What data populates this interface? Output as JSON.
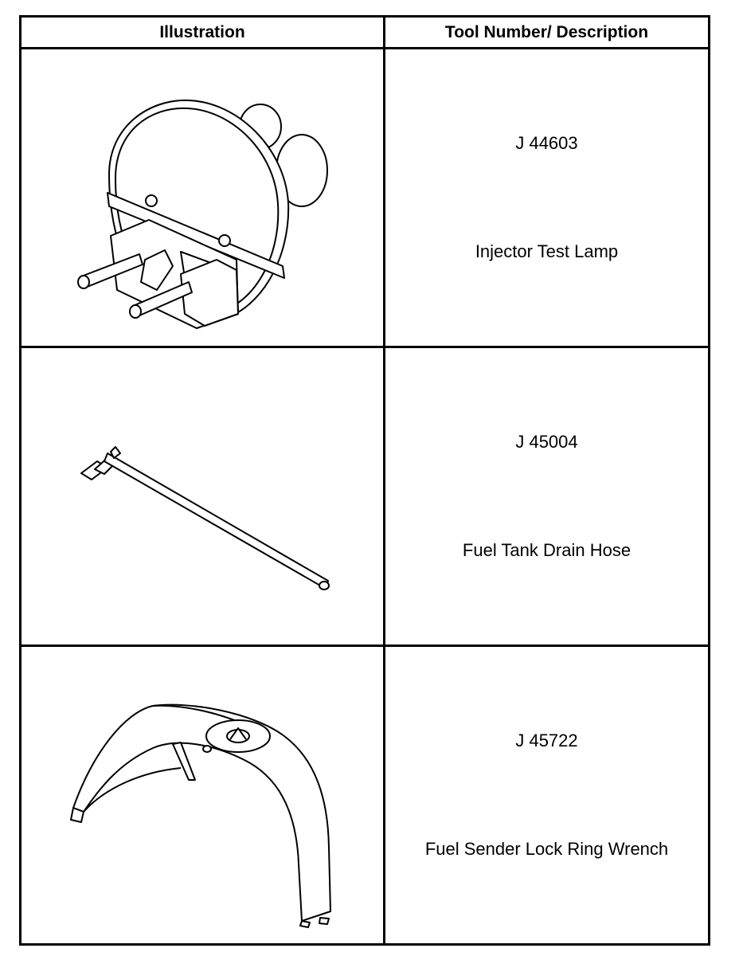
{
  "table": {
    "headers": {
      "illustration": "Illustration",
      "description": "Tool Number/ Description"
    },
    "rows": [
      {
        "tool_number": "J 44603",
        "description": "Injector Test Lamp",
        "icon": "injector-test-lamp-illustration"
      },
      {
        "tool_number": "J 45004",
        "description": "Fuel Tank Drain Hose",
        "icon": "fuel-tank-drain-hose-illustration"
      },
      {
        "tool_number": "J 45722",
        "description": "Fuel Sender Lock Ring Wrench",
        "icon": "fuel-sender-lock-ring-wrench-illustration"
      }
    ]
  }
}
